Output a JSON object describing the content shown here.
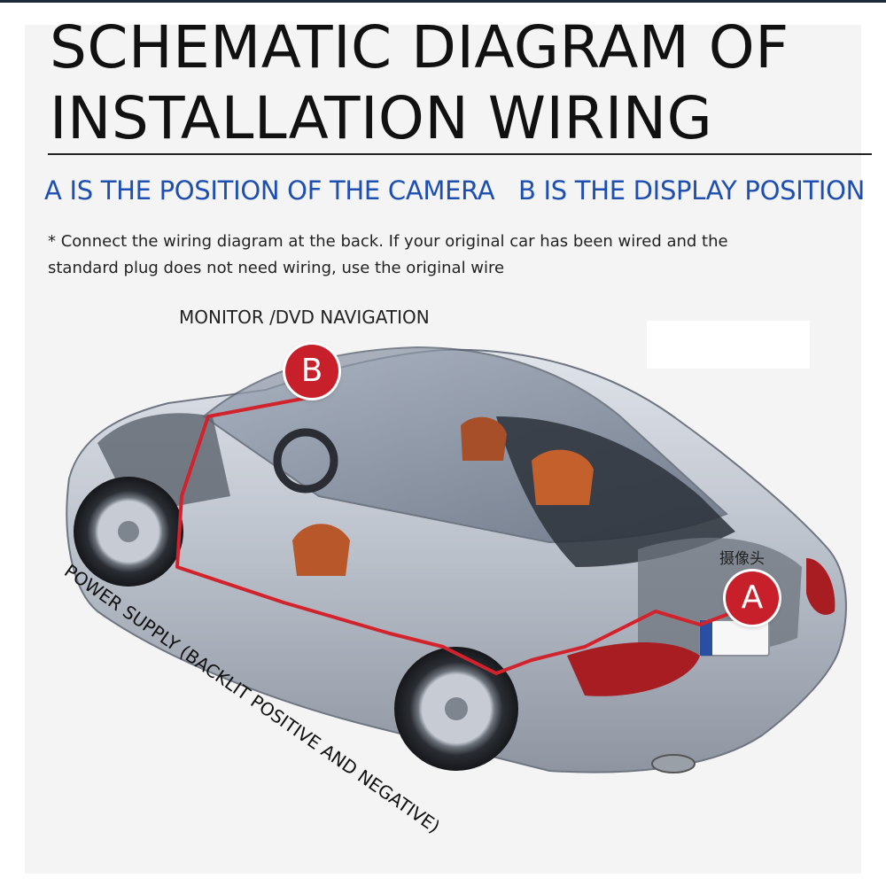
{
  "title_line1": "SCHEMATIC DIAGRAM OF",
  "title_line2": "INSTALLATION WIRING",
  "legend": {
    "a": "A IS THE POSITION OF THE CAMERA",
    "b": "B IS THE DISPLAY POSITION"
  },
  "note_line1": "* Connect the wiring diagram at the back. If your original car has been wired and the",
  "note_line2": "standard plug does not need wiring, use the original wire",
  "labels": {
    "monitor": "MONITOR /DVD NAVIGATION",
    "camera_cn": "摄像头",
    "power": "POWER SUPPLY (BACKLIT POSITIVE AND NEGATIVE)"
  },
  "badges": {
    "b": "B",
    "a": "A"
  },
  "colors": {
    "accent_blue": "#1d4fb3",
    "badge_red": "#c8202a",
    "wire_red": "#d2222b"
  }
}
